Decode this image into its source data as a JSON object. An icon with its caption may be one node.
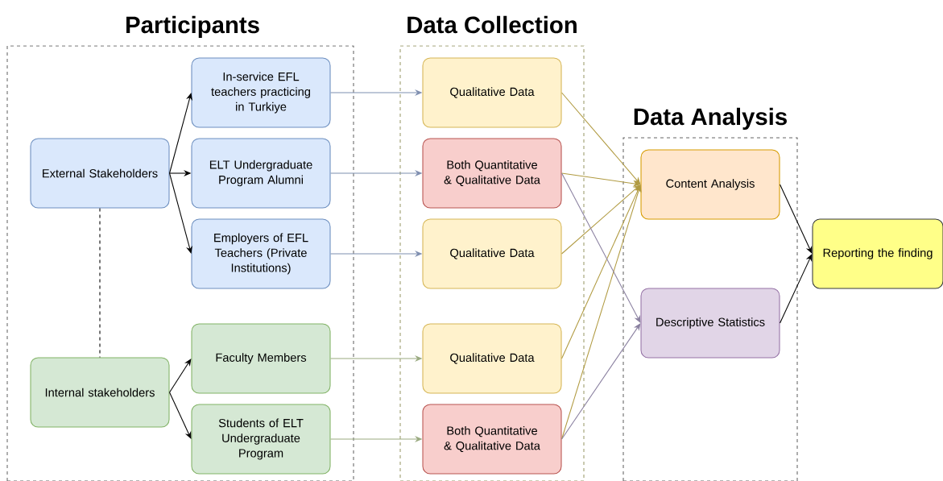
{
  "diagram": {
    "nodes": [
      {
        "text": [
          "Participants"
        ]
      },
      {
        "text": [
          "External Stakeholders"
        ],
        "in": 0
      },
      {
        "text": [
          "In-service EFL teachers practicing in Turkiye"
        ],
        "in": 0
      },
      {
        "text": [
          "ELT Undergraduate Program Alumni"
        ],
        "in": 0
      },
      {
        "text": [
          "Employers of EFL Teachers (Private Institutions)"
        ],
        "in": 0
      },
      {
        "text": [
          "Internal stakeholders"
        ],
        "in": 0
      },
      {
        "text": [
          "Faculty Members"
        ],
        "in": 0
      },
      {
        "text": [
          "Students of ELT Undergraduate Program"
        ],
        "in": 0
      },
      {
        "text": [
          "Data Collection"
        ]
      },
      {
        "text": [
          "Qualitative Data"
        ],
        "in": 8
      },
      {
        "text": [
          "Both Quantitative & Qualitative Data"
        ],
        "in": 8
      },
      {
        "text": [
          "Qualitative Data"
        ],
        "in": 8
      },
      {
        "text": [
          "Qualitative Data"
        ],
        "in": 8
      },
      {
        "text": [
          "Both Quantitative & Qualitative Data"
        ],
        "in": 8
      },
      {
        "text": [
          "Data Analysis"
        ]
      },
      {
        "text": [
          "Content Analysis"
        ],
        "in": 14
      },
      {
        "text": [
          "Descriptive Statistics"
        ],
        "in": 14
      },
      {
        "text": [
          "Reporting the finding"
        ]
      }
    ],
    "edges": [
      {
        "from": 1,
        "to": 2,
        "arrow": "to"
      },
      {
        "from": 1,
        "to": 3,
        "arrow": "to"
      },
      {
        "from": 1,
        "to": 4,
        "arrow": "to"
      },
      {
        "from": 1,
        "to": 5,
        "arrow": "none",
        "style": "dashed"
      },
      {
        "from": 5,
        "to": 6,
        "arrow": "to"
      },
      {
        "from": 5,
        "to": 7,
        "arrow": "to"
      },
      {
        "from": 2,
        "to": 9,
        "arrow": "to",
        "color": "#7f8fb0"
      },
      {
        "from": 3,
        "to": 10,
        "arrow": "to",
        "color": "#7f8fb0"
      },
      {
        "from": 4,
        "to": 11,
        "arrow": "to",
        "color": "#7f8fb0"
      },
      {
        "from": 6,
        "to": 12,
        "arrow": "to",
        "color": "#9aaa80"
      },
      {
        "from": 7,
        "to": 13,
        "arrow": "to",
        "color": "#9aaa80"
      },
      {
        "from": 9,
        "to": 15,
        "arrow": "to",
        "color": "#b09a40"
      },
      {
        "from": 10,
        "to": 15,
        "arrow": "to",
        "color": "#b09a40"
      },
      {
        "from": 11,
        "to": 15,
        "arrow": "to",
        "color": "#b09a40"
      },
      {
        "from": 12,
        "to": 15,
        "arrow": "to",
        "color": "#b09a40"
      },
      {
        "from": 13,
        "to": 15,
        "arrow": "to",
        "color": "#b09a40"
      },
      {
        "from": 10,
        "to": 16,
        "arrow": "to",
        "color": "#8a80a0"
      },
      {
        "from": 13,
        "to": 16,
        "arrow": "to",
        "color": "#8a80a0"
      },
      {
        "from": 15,
        "to": 17,
        "arrow": "to"
      },
      {
        "from": 16,
        "to": 17,
        "arrow": "to"
      }
    ]
  }
}
